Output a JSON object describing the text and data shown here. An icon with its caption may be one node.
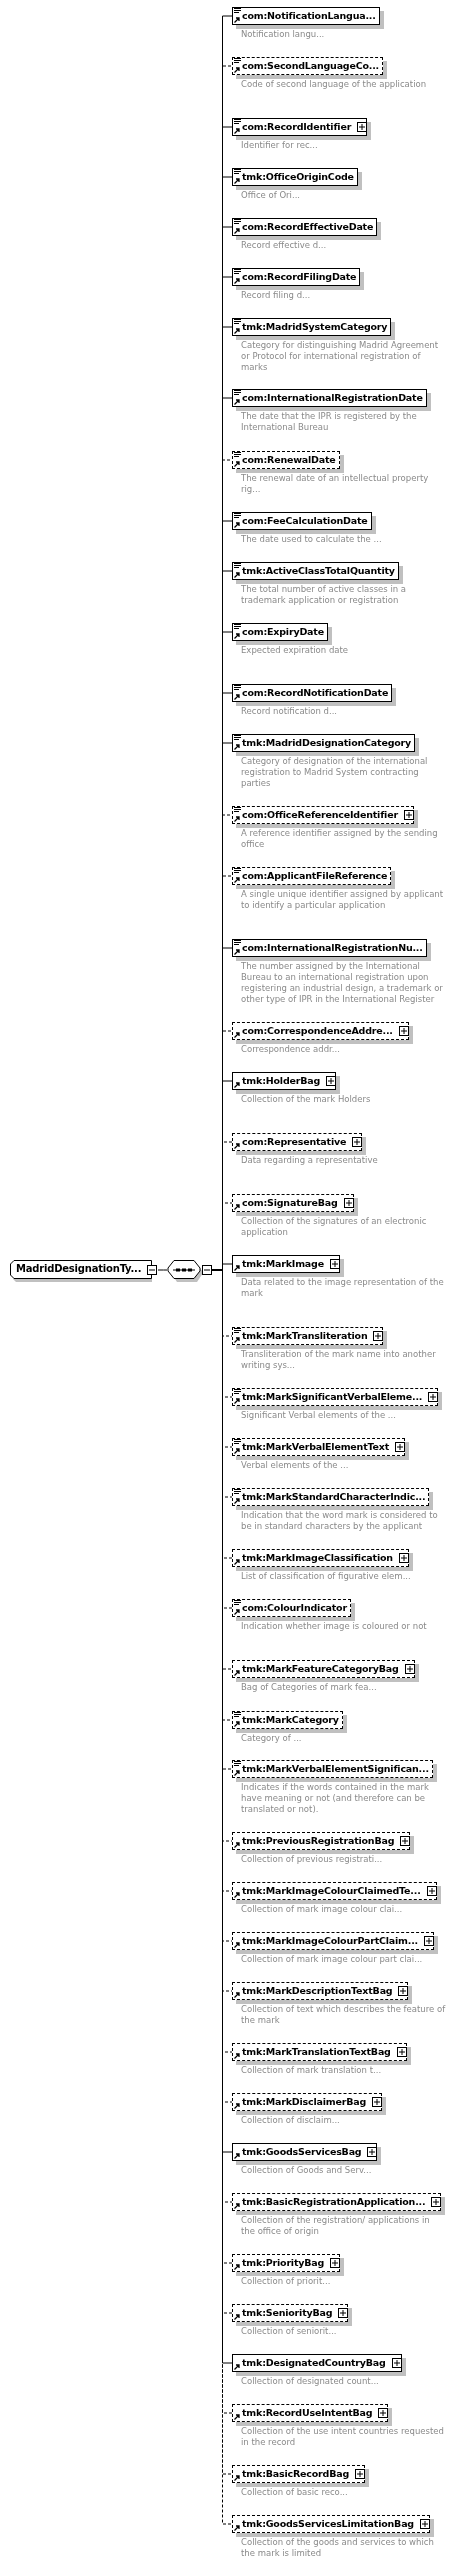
{
  "diagram": {
    "nodes": [
      {
        "text": [
          "MadridDesignationTy..."
        ]
      },
      {
        "text": [],
        "shape": "octagon"
      },
      {
        "text": [
          "com:NotificationLangua..."
        ],
        "beside": [
          "Notification langu..."
        ]
      },
      {
        "text": [
          "com:SecondLanguageCo..."
        ],
        "beside": [
          "Code of second language of the application"
        ]
      },
      {
        "text": [
          "com:RecordIdentifier"
        ],
        "beside": [
          "Identifier for rec..."
        ]
      },
      {
        "text": [
          "tmk:OfficeOriginCode"
        ],
        "beside": [
          "Office of Ori..."
        ]
      },
      {
        "text": [
          "com:RecordEffectiveDate"
        ],
        "beside": [
          "Record effective d..."
        ]
      },
      {
        "text": [
          "com:RecordFilingDate"
        ],
        "beside": [
          "Record filing d..."
        ]
      },
      {
        "text": [
          "tmk:MadridSystemCategory"
        ],
        "beside": [
          "Category for distinguishing Madrid Agreement or Protocol for international registration of marks"
        ]
      },
      {
        "text": [
          "com:InternationalRegistrationDate"
        ],
        "beside": [
          "The date that the IPR is registered by the International Bureau"
        ]
      },
      {
        "text": [
          "com:RenewalDate"
        ],
        "beside": [
          "The renewal date of an intellectual property rig..."
        ]
      },
      {
        "text": [
          "com:FeeCalculationDate"
        ],
        "beside": [
          "The date used to calculate the ..."
        ]
      },
      {
        "text": [
          "tmk:ActiveClassTotalQuantity"
        ],
        "beside": [
          "The total number of active classes in a trademark application or registration"
        ]
      },
      {
        "text": [
          "com:ExpiryDate"
        ],
        "beside": [
          "Expected expiration date"
        ]
      },
      {
        "text": [
          "com:RecordNotificationDate"
        ],
        "beside": [
          "Record notification d..."
        ]
      },
      {
        "text": [
          "tmk:MadridDesignationCategory"
        ],
        "beside": [
          "Category of designation of the international registration to Madrid System contracting parties"
        ]
      },
      {
        "text": [
          "com:OfficeReferenceIdentifier"
        ],
        "beside": [
          "A reference identifier assigned by the sending office"
        ]
      },
      {
        "text": [
          "com:ApplicantFileReference"
        ],
        "beside": [
          "A single unique identifier assigned by applicant to identify a particular application"
        ]
      },
      {
        "text": [
          "com:InternationalRegistrationNu..."
        ],
        "beside": [
          "The number assigned by the International Bureau to an international registration upon registering an industrial design, a trademark or other type of IPR in the International Register"
        ]
      },
      {
        "text": [
          "com:CorrespondenceAddre..."
        ],
        "beside": [
          "Correspondence addr..."
        ]
      },
      {
        "text": [
          "tmk:HolderBag"
        ],
        "beside": [
          "Collection of the mark Holders"
        ]
      },
      {
        "text": [
          "com:Representative"
        ],
        "beside": [
          "Data regarding a representative"
        ]
      },
      {
        "text": [
          "com:SignatureBag"
        ],
        "beside": [
          "Collection of the signatures of an electronic application"
        ]
      },
      {
        "text": [
          "tmk:MarkImage"
        ],
        "beside": [
          "Data related to the image representation of the mark"
        ]
      },
      {
        "text": [
          "tmk:MarkTransliteration"
        ],
        "beside": [
          "Transliteration of the mark name into another writing sys..."
        ]
      },
      {
        "text": [
          "tmk:MarkSignificantVerbalEleme..."
        ],
        "beside": [
          "Significant Verbal elements of the ..."
        ]
      },
      {
        "text": [
          "tmk:MarkVerbalElementText"
        ],
        "beside": [
          "Verbal elements of the ..."
        ]
      },
      {
        "text": [
          "tmk:MarkStandardCharacterIndic..."
        ],
        "beside": [
          "Indication that the word mark is considered to be in standard characters by the applicant"
        ]
      },
      {
        "text": [
          "tmk:MarkImageClassification"
        ],
        "beside": [
          "List of classification of figurative elem..."
        ]
      },
      {
        "text": [
          "com:ColourIndicator"
        ],
        "beside": [
          "Indication whether image is coloured or not"
        ]
      },
      {
        "text": [
          "tmk:MarkFeatureCategoryBag"
        ],
        "beside": [
          "Bag of Categories of mark fea..."
        ]
      },
      {
        "text": [
          "tmk:MarkCategory"
        ],
        "beside": [
          "Category of ..."
        ]
      },
      {
        "text": [
          "tmk:MarkVerbalElementSignifican..."
        ],
        "beside": [
          "Indicates if the words contained in the mark have meaning or not (and therefore can be translated or not)."
        ]
      },
      {
        "text": [
          "tmk:PreviousRegistrationBag"
        ],
        "beside": [
          "Collection of previous registrati..."
        ]
      },
      {
        "text": [
          "tmk:MarkImageColourClaimedTe..."
        ],
        "beside": [
          "Collection of mark image colour clai..."
        ]
      },
      {
        "text": [
          "tmk:MarkImageColourPartClaim..."
        ],
        "beside": [
          "Collection of mark image colour part clai..."
        ]
      },
      {
        "text": [
          "tmk:MarkDescriptionTextBag"
        ],
        "beside": [
          "Collection of text which describes the feature of the mark"
        ]
      },
      {
        "text": [
          "tmk:MarkTranslationTextBag"
        ],
        "beside": [
          "Collection of mark translation t..."
        ]
      },
      {
        "text": [
          "tmk:MarkDisclaimerBag"
        ],
        "beside": [
          "Collection of disclaim..."
        ]
      },
      {
        "text": [
          "tmk:GoodsServicesBag"
        ],
        "beside": [
          "Collection of Goods and Serv..."
        ]
      },
      {
        "text": [
          "tmk:BasicRegistrationApplication..."
        ],
        "beside": [
          "Collection of the registration/ applications in the office of origin"
        ]
      },
      {
        "text": [
          "tmk:PriorityBag"
        ],
        "beside": [
          "Collection of priorit..."
        ]
      },
      {
        "text": [
          "tmk:SeniorityBag"
        ],
        "beside": [
          "Collection of seniorit..."
        ]
      },
      {
        "text": [
          "tmk:DesignatedCountryBag"
        ],
        "beside": [
          "Collection of designated count..."
        ]
      },
      {
        "text": [
          "tmk:RecordUseIntentBag"
        ],
        "beside": [
          "Collection of the use intent countries requested in the record"
        ]
      },
      {
        "text": [
          "tmk:BasicRecordBag"
        ],
        "beside": [
          "Collection of basic reco..."
        ]
      },
      {
        "text": [
          "tmk:GoodsServicesLimitationBag"
        ],
        "beside": [
          "Collection of the goods and services to which the mark is limited"
        ]
      }
    ],
    "edges": [
      {
        "from": 0,
        "to": 1,
        "arrow": "none"
      },
      {
        "from": 1,
        "to": 2,
        "arrow": "none"
      },
      {
        "from": 1,
        "to": 3,
        "arrow": "none",
        "style": "dashed"
      },
      {
        "from": 1,
        "to": 4,
        "arrow": "none"
      },
      {
        "from": 1,
        "to": 5,
        "arrow": "none"
      },
      {
        "from": 1,
        "to": 6,
        "arrow": "none"
      },
      {
        "from": 1,
        "to": 7,
        "arrow": "none"
      },
      {
        "from": 1,
        "to": 8,
        "arrow": "none"
      },
      {
        "from": 1,
        "to": 9,
        "arrow": "none"
      },
      {
        "from": 1,
        "to": 10,
        "arrow": "none",
        "style": "dashed"
      },
      {
        "from": 1,
        "to": 11,
        "arrow": "none"
      },
      {
        "from": 1,
        "to": 12,
        "arrow": "none"
      },
      {
        "from": 1,
        "to": 13,
        "arrow": "none"
      },
      {
        "from": 1,
        "to": 14,
        "arrow": "none"
      },
      {
        "from": 1,
        "to": 15,
        "arrow": "none"
      },
      {
        "from": 1,
        "to": 16,
        "arrow": "none",
        "style": "dashed"
      },
      {
        "from": 1,
        "to": 17,
        "arrow": "none",
        "style": "dashed"
      },
      {
        "from": 1,
        "to": 18,
        "arrow": "none"
      },
      {
        "from": 1,
        "to": 19,
        "arrow": "none",
        "style": "dashed"
      },
      {
        "from": 1,
        "to": 20,
        "arrow": "none"
      },
      {
        "from": 1,
        "to": 21,
        "arrow": "none",
        "style": "dashed"
      },
      {
        "from": 1,
        "to": 22,
        "arrow": "none",
        "style": "dashed"
      },
      {
        "from": 1,
        "to": 23,
        "arrow": "none"
      },
      {
        "from": 1,
        "to": 24,
        "arrow": "none",
        "style": "dashed"
      },
      {
        "from": 1,
        "to": 25,
        "arrow": "none",
        "style": "dashed"
      },
      {
        "from": 1,
        "to": 26,
        "arrow": "none",
        "style": "dashed"
      },
      {
        "from": 1,
        "to": 27,
        "arrow": "none",
        "style": "dashed"
      },
      {
        "from": 1,
        "to": 28,
        "arrow": "none",
        "style": "dashed"
      },
      {
        "from": 1,
        "to": 29,
        "arrow": "none",
        "style": "dashed"
      },
      {
        "from": 1,
        "to": 30,
        "arrow": "none",
        "style": "dashed"
      },
      {
        "from": 1,
        "to": 31,
        "arrow": "none",
        "style": "dashed"
      },
      {
        "from": 1,
        "to": 32,
        "arrow": "none",
        "style": "dashed"
      },
      {
        "from": 1,
        "to": 33,
        "arrow": "none",
        "style": "dashed"
      },
      {
        "from": 1,
        "to": 34,
        "arrow": "none",
        "style": "dashed"
      },
      {
        "from": 1,
        "to": 35,
        "arrow": "none",
        "style": "dashed"
      },
      {
        "from": 1,
        "to": 36,
        "arrow": "none",
        "style": "dashed"
      },
      {
        "from": 1,
        "to": 37,
        "arrow": "none",
        "style": "dashed"
      },
      {
        "from": 1,
        "to": 38,
        "arrow": "none",
        "style": "dashed"
      },
      {
        "from": 1,
        "to": 39,
        "arrow": "none"
      },
      {
        "from": 1,
        "to": 40,
        "arrow": "none",
        "style": "dashed"
      },
      {
        "from": 1,
        "to": 41,
        "arrow": "none",
        "style": "dashed"
      },
      {
        "from": 1,
        "to": 42,
        "arrow": "none",
        "style": "dashed"
      },
      {
        "from": 1,
        "to": 43,
        "arrow": "none"
      },
      {
        "from": 1,
        "to": 44,
        "arrow": "none",
        "style": "dashed"
      },
      {
        "from": 1,
        "to": 45,
        "arrow": "none",
        "style": "dashed"
      },
      {
        "from": 1,
        "to": 46,
        "arrow": "none",
        "style": "dashed"
      }
    ]
  }
}
